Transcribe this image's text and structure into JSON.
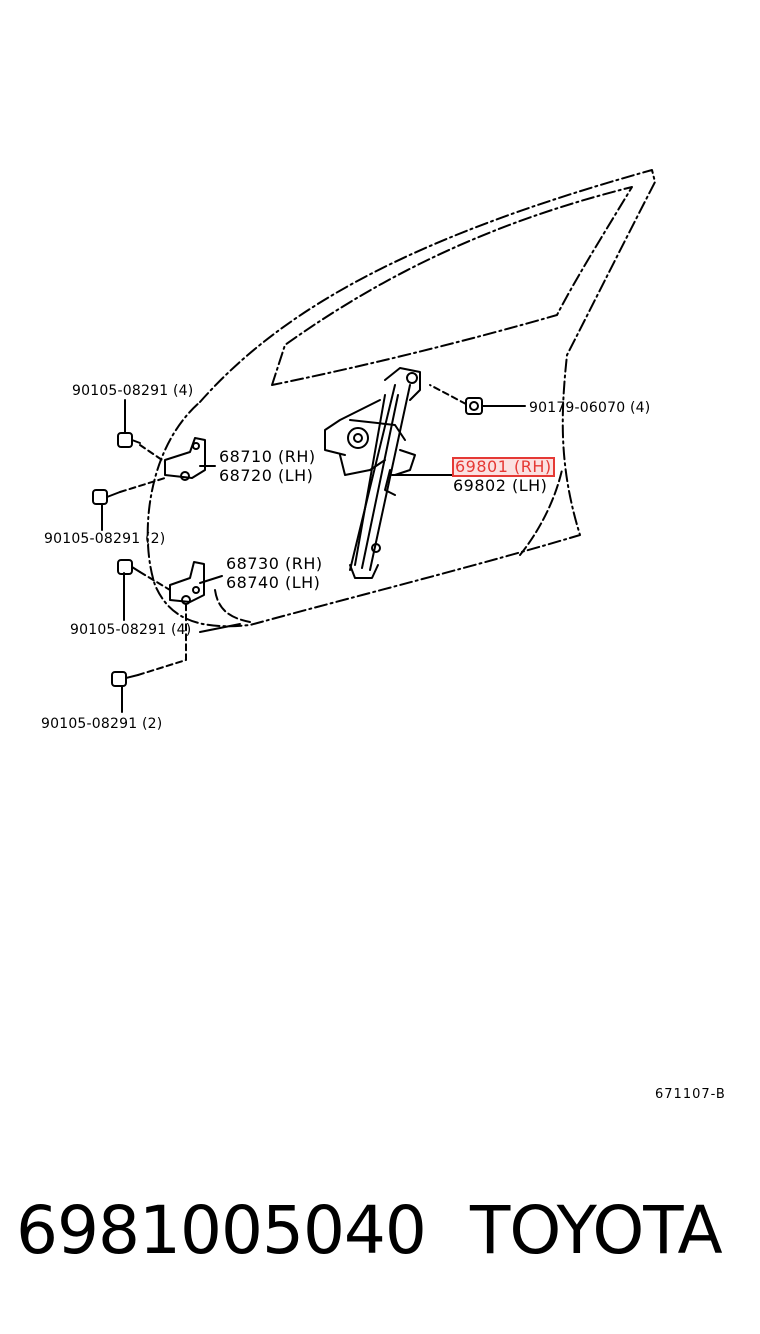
{
  "labels": {
    "bolt_upper_top": "90105-08291 (4)",
    "bolt_upper_bottom": "90105-08291 (2)",
    "hinge_upper_rh": "68710 (RH)",
    "hinge_upper_lh": "68720 (LH)",
    "hinge_lower_rh": "68730 (RH)",
    "hinge_lower_lh": "68740 (LH)",
    "bolt_lower_top": "90105-08291 (4)",
    "bolt_lower_bottom": "90105-08291 (2)",
    "nut": "90179-06070 (4)",
    "regulator_rh": "69801 (RH)",
    "regulator_lh": "69802 (LH)"
  },
  "illustration_code": "671107-B",
  "part_number": "6981005040",
  "brand": "TOYOTA",
  "colors": {
    "highlight": "#e53935",
    "line": "#000000"
  }
}
